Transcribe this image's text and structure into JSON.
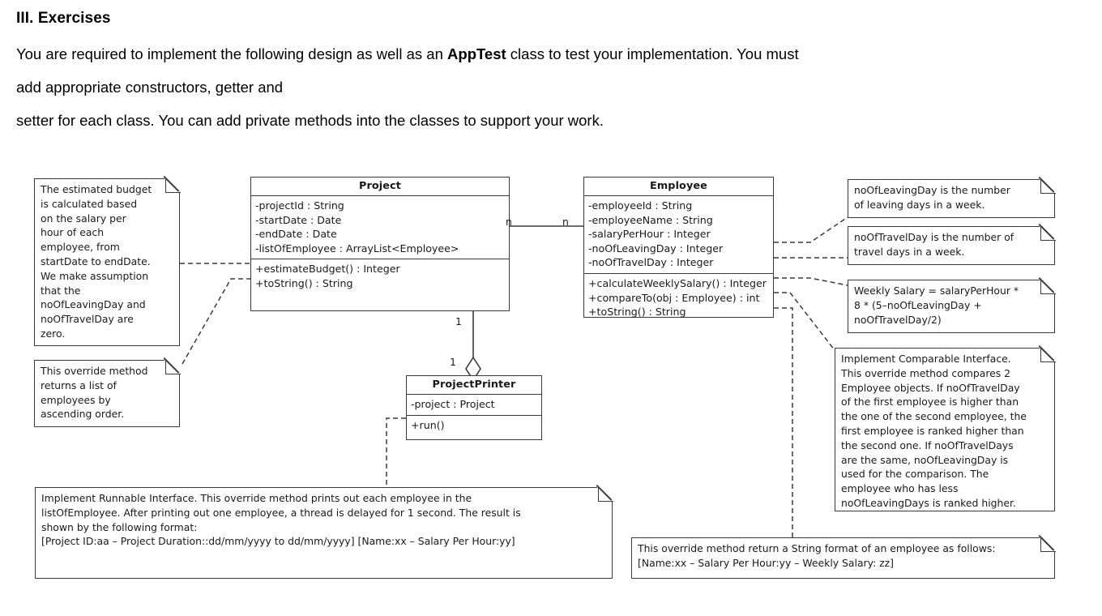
{
  "document": {
    "heading": "III. Exercises",
    "paragraph_lines": [
      {
        "pre": "You are required to implement the following design as well as an ",
        "bold": "AppTest",
        "post": " class to test your implementation. You must"
      },
      {
        "pre": "add appropriate constructors, getter and",
        "bold": "",
        "post": ""
      },
      {
        "pre": "setter for each class. You can add private methods into the classes to support your work.",
        "bold": "",
        "post": ""
      }
    ]
  },
  "diagram": {
    "classes": [
      {
        "id": "project",
        "name": "Project",
        "attributes": [
          "-projectId : String",
          "-startDate : Date",
          "-endDate : Date",
          "-listOfEmployee : ArrayList<Employee>"
        ],
        "operations": [
          "+estimateBudget() : Integer",
          "+toString() : String"
        ]
      },
      {
        "id": "employee",
        "name": "Employee",
        "attributes": [
          "-employeeId : String",
          "-employeeName : String",
          "-salaryPerHour : Integer",
          "-noOfLeavingDay : Integer",
          "-noOfTravelDay : Integer"
        ],
        "operations": [
          "+calculateWeeklySalary() : Integer",
          "+compareTo(obj : Employee) : int",
          "+toString() : String"
        ]
      },
      {
        "id": "projectprinter",
        "name": "ProjectPrinter",
        "attributes": [
          "-project : Project"
        ],
        "operations": [
          "+run()"
        ]
      }
    ],
    "multiplicities": {
      "project_employee_left": "n",
      "project_employee_right": "n",
      "project_printer_top": "1",
      "project_printer_bottom": "1"
    },
    "notes": [
      {
        "id": "note-budget",
        "text": "The estimated budget\nis calculated based\non the salary per\nhour of each\nemployee, from\nstartDate to endDate.\nWe make assumption\nthat the\nnoOfLeavingDay and\nnoOfTravelDay are\nzero."
      },
      {
        "id": "note-tostring-project",
        "text": "This override method\nreturns a list of\nemployees by\nascending order."
      },
      {
        "id": "note-leavingday",
        "text": "noOfLeavingDay is the number\nof leaving days in a week."
      },
      {
        "id": "note-travelday",
        "text": "noOfTravelDay is the number of\ntravel days in a week."
      },
      {
        "id": "note-weeklysalary",
        "text": "Weekly Salary = salaryPerHour *\n8 * (5–noOfLeavingDay +\nnoOfTravelDay/2)"
      },
      {
        "id": "note-comparable",
        "text": "Implement Comparable Interface.\nThis override method compares 2\nEmployee objects. If noOfTravelDay\nof the first employee is higher than\nthe one of the second employee, the\nfirst employee is ranked higher than\nthe second one. If noOfTravelDays\nare the same, noOfLeavingDay is\nused for the comparison. The\nemployee who has less\nnoOfLeavingDays is ranked higher."
      },
      {
        "id": "note-runnable",
        "text": "Implement Runnable Interface. This override method prints out each employee in the\nlistOfEmployee. After printing out one employee, a thread is delayed for 1 second. The result is\nshown by the following format:\n[Project ID:aa – Project Duration::dd/mm/yyyy to dd/mm/yyyy] [Name:xx – Salary Per Hour:yy]"
      },
      {
        "id": "note-tostring-employee",
        "text": "This override method return a String format of an employee as follows:\n[Name:xx – Salary Per Hour:yy – Weekly Salary: zz]"
      }
    ]
  },
  "colors": {
    "stroke": "#3a3a3a",
    "text": "#1a1a1a",
    "background": "#ffffff"
  }
}
